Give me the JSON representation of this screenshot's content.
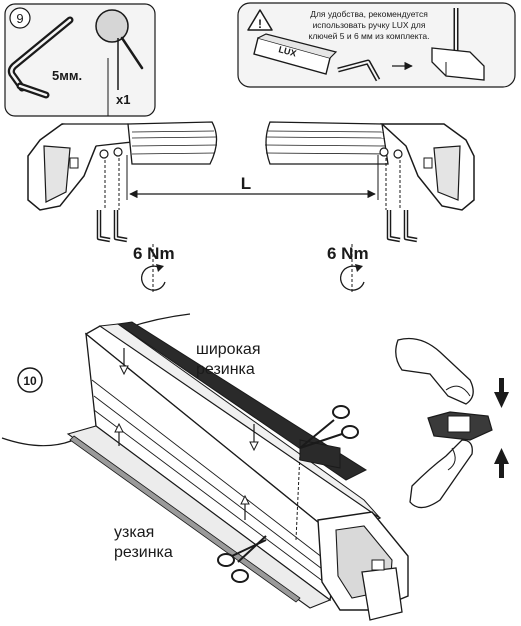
{
  "step9": {
    "number": "9",
    "tools_box": {
      "key_size": "5мм.",
      "quantity": "x1"
    },
    "tip_box": {
      "warning_symbol": "!",
      "text_lines": [
        "Для удобства, рекомендуется",
        "использовать ручку LUX  для",
        "ключей 5 и 6 мм из комплекта."
      ],
      "handle_label": "LUX"
    },
    "distance_label": "L",
    "torque_left": "6 Nm",
    "torque_right": "6 Nm"
  },
  "step10": {
    "number": "10",
    "wide_strip_label": [
      "широкая",
      "резинка"
    ],
    "narrow_strip_label": [
      "узкая",
      "резинка"
    ]
  },
  "icons": [
    "warning-triangle-icon",
    "allen-key-icon",
    "magnifier-icon",
    "scissors-icon",
    "arrow-down-icon",
    "arrow-up-icon",
    "torque-rotation-icon",
    "gloved-hand-icon"
  ],
  "colors": {
    "ink": "#1a1a1a",
    "panel_fill": "#f4f4f4",
    "bar_rail": "#d9d9d9"
  }
}
